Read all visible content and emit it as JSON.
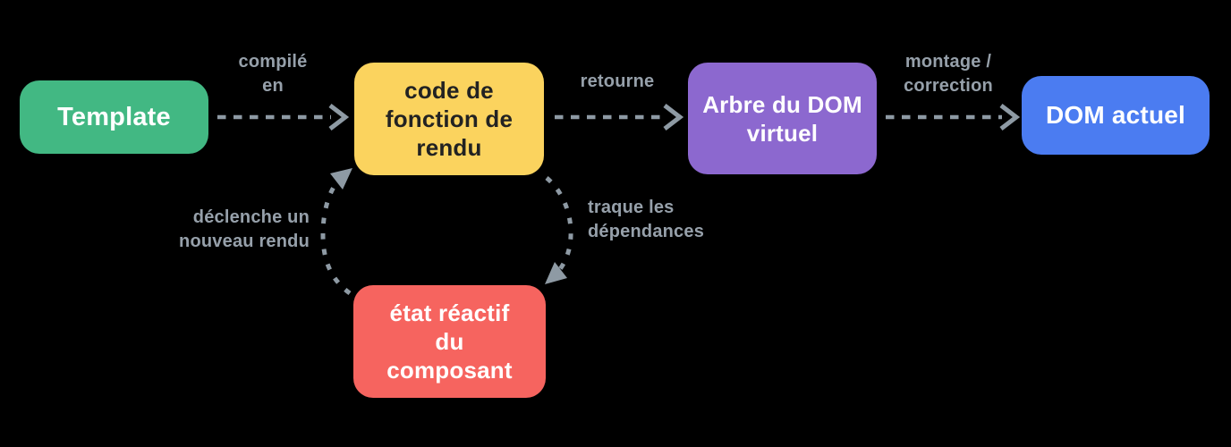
{
  "canvas": {
    "background": "#000000"
  },
  "nodes": {
    "template": {
      "label": "Template",
      "bg": "#42b883",
      "text_color": "#ffffff"
    },
    "render_fn": {
      "lines": [
        "code de",
        "fonction de",
        "rendu"
      ],
      "bg": "#fbd35e",
      "text_color": "#222222"
    },
    "vdom": {
      "lines": [
        "Arbre du DOM",
        "virtuel"
      ],
      "bg": "#8c68cf",
      "text_color": "#ffffff"
    },
    "dom": {
      "label": "DOM actuel",
      "bg": "#4b7cf1",
      "text_color": "#ffffff"
    },
    "state": {
      "lines": [
        "état réactif",
        "du",
        "composant"
      ],
      "bg": "#f6645f",
      "text_color": "#ffffff"
    }
  },
  "edges": {
    "compile": {
      "lines": [
        "compilé",
        "en"
      ]
    },
    "returns": {
      "label": "retourne"
    },
    "mount": {
      "lines": [
        "montage /",
        "correction"
      ]
    },
    "trigger": {
      "lines": [
        "déclenche un",
        "nouveau rendu"
      ]
    },
    "track": {
      "lines": [
        "traque les",
        "dépendances"
      ]
    },
    "label_color": "#96a0aa",
    "arrow_color": "#8e9aa4"
  }
}
